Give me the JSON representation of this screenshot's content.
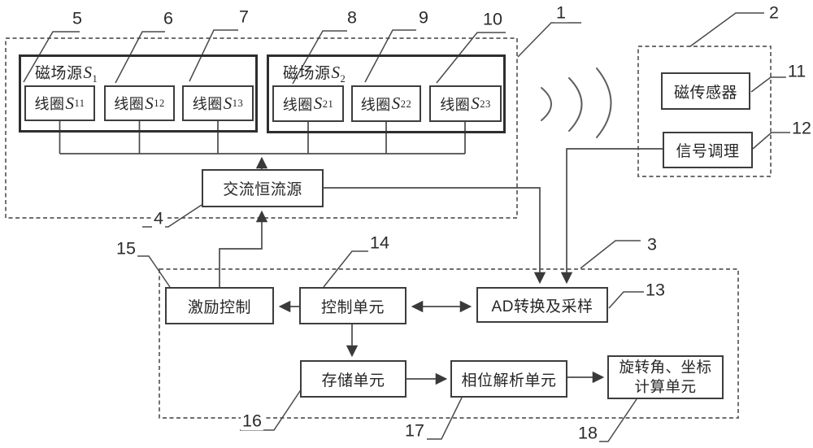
{
  "palette": {
    "background": "#ffffff",
    "line": "#4a4a4a",
    "dash": "#5a5a5a",
    "text": "#262626",
    "number": "#2b2b2b"
  },
  "ref_labels": [
    "1",
    "2",
    "3",
    "4",
    "5",
    "6",
    "7",
    "8",
    "9",
    "10",
    "11",
    "12",
    "13",
    "14",
    "15",
    "16",
    "17",
    "18"
  ],
  "field_sources": [
    {
      "prefix": "磁场源",
      "symbol": "S",
      "sub": "1"
    },
    {
      "prefix": "磁场源",
      "symbol": "S",
      "sub": "2"
    }
  ],
  "coils": [
    {
      "prefix": "线圈",
      "symbol": "S",
      "sub": "11"
    },
    {
      "prefix": "线圈",
      "symbol": "S",
      "sub": "12"
    },
    {
      "prefix": "线圈",
      "symbol": "S",
      "sub": "13"
    },
    {
      "prefix": "线圈",
      "symbol": "S",
      "sub": "21"
    },
    {
      "prefix": "线圈",
      "symbol": "S",
      "sub": "22"
    },
    {
      "prefix": "线圈",
      "symbol": "S",
      "sub": "23"
    }
  ],
  "units": {
    "ac_constant_current_source": "交流恒流源",
    "magnetic_sensor": "磁传感器",
    "signal_conditioning": "信号调理",
    "excitation_control": "激励控制",
    "control_unit": "控制单元",
    "ad_conversion_sampling": "AD转换及采样",
    "storage_unit": "存储单元",
    "phase_analysis_unit": "相位解析单元",
    "rotation_coord_unit_line1": "旋转角、坐标",
    "rotation_coord_unit_line2": "计算单元"
  },
  "icons": {
    "wireless_signal": "wireless-signal-arcs"
  }
}
